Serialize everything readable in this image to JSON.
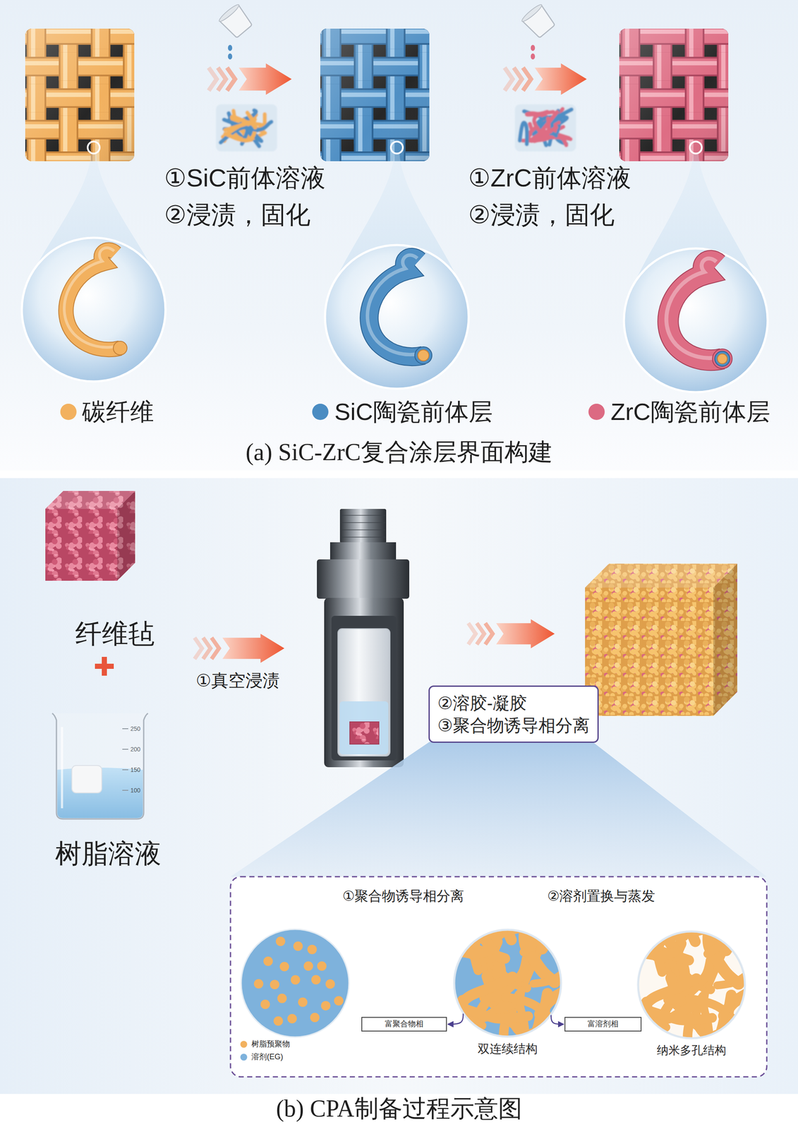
{
  "diagram": {
    "nodes": [
      {
        "text": [
          "②溶胶-凝胶",
          "③聚合物诱导相分离"
        ]
      },
      {
        "text": [
          "双连续结构"
        ]
      },
      {
        "text": [
          "富聚合物相"
        ]
      },
      {
        "text": [
          "富溶剂相"
        ]
      },
      {
        "text": [
          "纳米多孔结构"
        ]
      }
    ],
    "edges": [
      {
        "from": 1,
        "to": 2,
        "arrow": "to"
      },
      {
        "from": 1,
        "to": 3,
        "arrow": "to"
      }
    ],
    "labels": [
      "①SiC前体溶液",
      "②浸渍，固化",
      "①ZrC前体溶液",
      "②浸渍，固化",
      "(a) SiC-ZrC复合涂层界面构建",
      "纤维毡",
      "树脂溶液",
      "250",
      "200",
      "150",
      "100",
      "①真空浸渍",
      "①聚合物诱导相分离",
      "②溶剂置换与蒸发",
      "(b) CPA制备过程示意图"
    ],
    "legend": [
      {
        "text": "碳纤维",
        "color": "#f2b15f"
      },
      {
        "text": "SiC陶瓷前体层",
        "color": "#4a8cc2"
      },
      {
        "text": "ZrC陶瓷前体层",
        "color": "#dc6a82"
      },
      {
        "text": "树脂预聚物",
        "color": "#f2b15f"
      },
      {
        "text": "溶剂(EG)",
        "color": "#7eb2dc"
      }
    ]
  }
}
